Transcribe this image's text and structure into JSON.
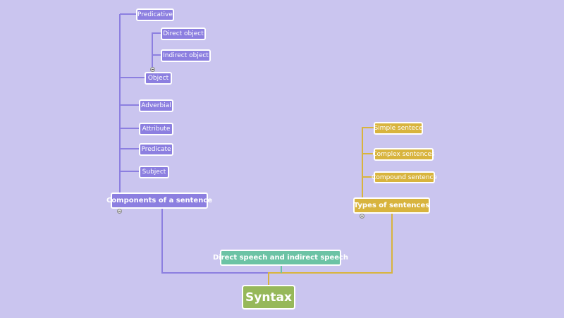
{
  "root": {
    "label": "Syntax"
  },
  "components": {
    "label": "Components of a sentence",
    "children": [
      "Predicative",
      "Object",
      "Adverbial",
      "Attribute",
      "Predicate",
      "Subject"
    ],
    "object_children": [
      "Direct object",
      "Indirect object"
    ]
  },
  "types": {
    "label": "Types of sentences",
    "children": [
      "Simple sentece",
      "Complex sentences",
      "Compound sentence"
    ]
  },
  "speech": {
    "label": "Direct speech and indirect speech"
  },
  "colors": {
    "background": "#cac5ef",
    "purple": "#8c7fe0",
    "yellow": "#d8b43e",
    "green": "#6cc3a5",
    "root": "#96b85a"
  }
}
